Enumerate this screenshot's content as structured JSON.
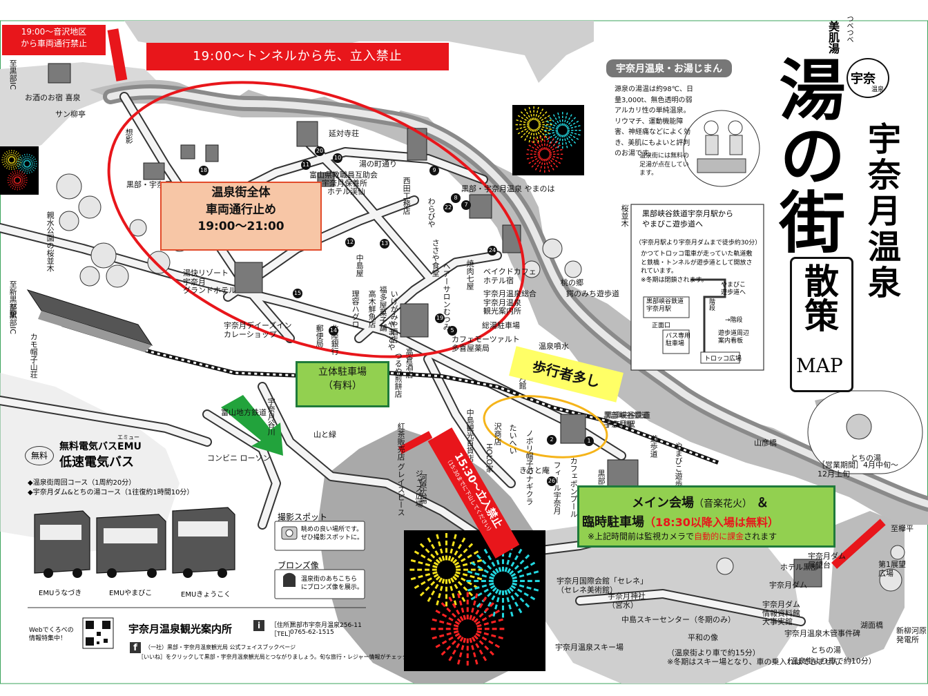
{
  "title": {
    "main": "湯の街",
    "onsen_name": "宇奈月温泉",
    "sanpo": "散策",
    "map_word": "MAP",
    "ruby": "つべつべ",
    "bihada": "美肌湯",
    "logo": "宇奈",
    "logo_sub": "温泉"
  },
  "overlays": {
    "otozawa": "19:00～音沢地区\nから車両通行禁止",
    "tunnel": "19:00～トンネルから先、立入禁止",
    "onsengai_line1": "温泉街全体",
    "onsengai_line2": "車両通行止め",
    "onsengai_line3": "19:00～21:00",
    "parking_line1": "立体駐車場",
    "parking_line2": "（有料）",
    "pedestrians": "歩行者多し",
    "restricted_1530": "15:30～立入禁止",
    "restricted_1530_sub": "（15:30までに下山してください）",
    "main_venue_a": "メイン会場",
    "main_venue_b": "（音楽花火）",
    "main_venue_c": " ＆",
    "temp_parking_a": "臨時駐車場",
    "temp_parking_b": "（18:30以降入場は無料）",
    "notice_a": "※上記時間前は監視カメラで",
    "notice_b": "自動的に課金",
    "notice_c": "されます"
  },
  "onsen_info": {
    "heading": "宇奈月温泉・お湯じまん",
    "body": "源泉の湯温は約98℃、日量3,000t、無色透明の弱アルカリ性の単純温泉。リウマチ、運動機能障害、神経痛などによく効き、美肌にもよいと評判のお湯です。",
    "footbath": "温泉街には無料の足湯が点在しています。"
  },
  "walkway_info": {
    "title": "黒部峡谷鉄道宇奈月駅から\nやまびこ遊歩道へ",
    "sub": "（宇奈月駅より宇奈月ダムまで徒歩約30分）",
    "body": "かつてトロッコ電車が走っていた軌道敷と鉄橋・トンネルが遊歩道として開放されています。\n※冬期は閉鎖されます。",
    "station": "黒部峡谷鉄道\n宇奈月駅",
    "entrance": "正面口",
    "bus_parking": "バス専用\n駐車場",
    "kaidan": "階段",
    "to_yamabiko": "やまびこ\n遊歩道へ",
    "kaidan2": "→階段",
    "guide_board": "遊歩道周辺\n案内看板",
    "torokko": "トロッコ広場"
  },
  "emu": {
    "muryou": "無料",
    "ruby": "エミュー",
    "line1": "無料電気バスEMU",
    "line2": "低速電気バス",
    "course1": "◆温泉街周回コース（1周約20分）",
    "course2": "◆宇奈月ダム&とちの湯コース（1往復約1時間10分）",
    "bus1": "EMUうなづき",
    "bus2": "EMUやまびこ",
    "bus3": "EMUきょうこく"
  },
  "legend": {
    "photo_title": "撮影スポット",
    "photo_desc": "眺めの良い場所です。\nぜひ撮影スポットに。",
    "bronze_title": "ブロンズ像",
    "bronze_desc": "温泉街のあちこちら\nにブロンズ像を展示。"
  },
  "footer": {
    "web_note": "Webでくろべの\n情報特集中！",
    "office": "宇奈月温泉観光案内所",
    "address_label": "［住所］",
    "address": "黒部市宇奈月温泉256-11",
    "tel_label": "［TEL］",
    "tel": "0765-62-1515",
    "fb1": "（一社）黒部・宇奈月温泉観光局 公式フェイスブックページ",
    "fb2": "［いいね］をクリックして黒部・宇奈月温泉観光局とつながりましょう。旬な旅行・レジャー情報がチェックできますよ"
  },
  "place_labels": [
    {
      "id": "kitan-ic",
      "text": "至黒部IC",
      "v": true
    },
    {
      "id": "oshuyado",
      "text": "お酒のお宿 喜泉"
    },
    {
      "id": "sanhinode",
      "text": "サン柳亭"
    },
    {
      "id": "souyuu",
      "text": "想影",
      "v": true
    },
    {
      "id": "kurobe-unazuki",
      "text": "黒部・宇奈月"
    },
    {
      "id": "shinsui",
      "text": "親水公園の桜並木",
      "v": true
    },
    {
      "id": "shin-kurobe",
      "text": "至新黒部駅",
      "v": true
    },
    {
      "id": "shin-kurobe2",
      "text": "至黒部IC",
      "v": true
    },
    {
      "id": "enmyoji",
      "text": "延対寺荘"
    },
    {
      "id": "yunomachi-dori",
      "text": "湯の町通り"
    },
    {
      "id": "kyouin",
      "text": "富山県教職員互助会"
    },
    {
      "id": "hoyosho",
      "text": "宇奈月保養所"
    },
    {
      "id": "keisen",
      "text": "ホテル渓仙"
    },
    {
      "id": "nishida",
      "text": "西田工務店",
      "v": true
    },
    {
      "id": "warabiya",
      "text": "わらびや",
      "v": true
    },
    {
      "id": "sasaya",
      "text": "ささや食堂",
      "v": true
    },
    {
      "id": "heyasalon",
      "text": "ヘアーサロンむつみ",
      "v": true
    },
    {
      "id": "yakiniku",
      "text": "焼肉七屋",
      "v": true
    },
    {
      "id": "nakashimaya",
      "text": "中島屋",
      "v": true
    },
    {
      "id": "takaki",
      "text": "高木鮮魚店",
      "v": true
    },
    {
      "id": "fukuda",
      "text": "福多屋菓子舗",
      "v": true
    },
    {
      "id": "rihatsu",
      "text": "理容ハグロ",
      "v": true
    },
    {
      "id": "yamanoha",
      "text": "黒部・宇奈月温泉 やまのは"
    },
    {
      "id": "sakuranamiki",
      "text": "桜並木",
      "v": true
    },
    {
      "id": "yukai",
      "text": "湯快リゾート\n宇奈月\nグランドホテル"
    },
    {
      "id": "days-inn",
      "text": "宇奈月デイーズイン\nカレーショップ"
    },
    {
      "id": "kamosatsu",
      "text": "カモ帽子山荘",
      "v": true
    },
    {
      "id": "baker",
      "text": "ベイクドカフェ\nホテル宿"
    },
    {
      "id": "kankou",
      "text": "宇奈月温泉総合\n宇奈月温泉\n観光案内所"
    },
    {
      "id": "yutetsu",
      "text": "総湯駐車場"
    },
    {
      "id": "cafe-mozart",
      "text": "カフェモーツァルト\n多喜屋薬局"
    },
    {
      "id": "onsen-funsui",
      "text": "温泉噴水"
    },
    {
      "id": "toyama-rail",
      "text": "富山地方鉄道"
    },
    {
      "id": "yamatomidori",
      "text": "山と緑"
    },
    {
      "id": "conveni",
      "text": "コンビニ ローソン"
    },
    {
      "id": "unazuki-river",
      "text": "宇奈月谷川",
      "v": true
    },
    {
      "id": "sanpobashi",
      "text": "山彦橋"
    },
    {
      "id": "tochinoyu-bath",
      "text": "とちの湯"
    },
    {
      "id": "tochinoyu-hours",
      "text": "［営業期間］4月中旬～\n12月上旬"
    },
    {
      "id": "yusodo",
      "text": "遊歩道",
      "v": true
    },
    {
      "id": "kurobe-station",
      "text": "黒部峡谷鉄道\n宇奈月駅"
    },
    {
      "id": "shiseki",
      "text": "至欅平"
    },
    {
      "id": "hotel-kurobe",
      "text": "ホテル黒部"
    },
    {
      "id": "dam-tenbou",
      "text": "宇奈月ダム\n展望台"
    },
    {
      "id": "tenbou1",
      "text": "第1展望\n広場"
    },
    {
      "id": "selene",
      "text": "宇奈月国際会館「セレネ」\n（セレネ美術館）"
    },
    {
      "id": "shrine",
      "text": "宇奈月神社\n（宮水）"
    },
    {
      "id": "nakajima-ski",
      "text": "中島スキーセンター（冬期のみ）"
    },
    {
      "id": "heiwa",
      "text": "平和の像"
    },
    {
      "id": "heiwa-sub",
      "text": "（温泉街より車で約15分）\n※冬期はスキー場となり、車の乗入れはできません"
    },
    {
      "id": "ski-jo",
      "text": "宇奈月温泉スキー場"
    },
    {
      "id": "tochinoyu",
      "text": "とちの湯"
    },
    {
      "id": "tochinoyu-sub",
      "text": "（温泉街より車で約10分）"
    },
    {
      "id": "dam",
      "text": "宇奈月ダム"
    },
    {
      "id": "dam-info",
      "text": "宇奈月ダム\n情報資料館\n大事実館"
    },
    {
      "id": "kanrisho",
      "text": "宇奈月温泉木管事件碑"
    },
    {
      "id": "power",
      "text": "新柳河原\n発電所"
    },
    {
      "id": "konan",
      "text": "湖面橋"
    },
    {
      "id": "kami-hiroba",
      "text": "ジャズ広場",
      "v": true
    },
    {
      "id": "seigou",
      "text": "鍔のみち遊歩道"
    },
    {
      "id": "kouyou",
      "text": "桃の郷"
    },
    {
      "id": "kitanami",
      "text": "北陸銀行",
      "v": true
    },
    {
      "id": "yuubin",
      "text": "郵便局",
      "v": true
    },
    {
      "id": "takakura",
      "text": "高倉酒店",
      "v": true
    },
    {
      "id": "yamagata",
      "text": "やまとや",
      "v": true
    },
    {
      "id": "ikegami",
      "text": "いけがみや酒店",
      "v": true
    },
    {
      "id": "tsubaki",
      "text": "つるや煎餅店",
      "v": true
    },
    {
      "id": "koucha",
      "text": "紅茶販売店\nグレイスピース",
      "v": true
    },
    {
      "id": "nakashima-hyakka",
      "text": "中島観光百貨店",
      "v": true
    },
    {
      "id": "holoya",
      "text": "HOLO家",
      "v": true
    },
    {
      "id": "sawa-shouten",
      "text": "沢商店",
      "v": true
    },
    {
      "id": "taihei",
      "text": "たいへい",
      "v": true
    },
    {
      "id": "yamatoan",
      "text": "きさと庵"
    },
    {
      "id": "firmel",
      "text": "フィール宇奈月",
      "v": true
    },
    {
      "id": "nobori",
      "text": "ノボリ帽子のナギクラ",
      "v": true
    },
    {
      "id": "cafe-pon",
      "text": "カフェポンプール",
      "v": true
    },
    {
      "id": "kurobe-kinen",
      "text": "黒部電気記念館",
      "v": true
    },
    {
      "id": "dentetsu",
      "text": "黒部峡谷鉄道\n宇奈月駅"
    },
    {
      "id": "hotel-yamahiko",
      "text": "やまびこ遊歩道",
      "v": true
    },
    {
      "id": "kawamura",
      "text": "河原広場",
      "v": true
    },
    {
      "id": "unazukikan",
      "text": "宇奈月館",
      "v": true
    }
  ],
  "map_markers": [
    {
      "id": "m1",
      "text": "1"
    },
    {
      "id": "m2",
      "text": "2"
    },
    {
      "id": "m5",
      "text": "5"
    },
    {
      "id": "m7",
      "text": "7"
    },
    {
      "id": "m8",
      "text": "8"
    },
    {
      "id": "m9",
      "text": "9"
    },
    {
      "id": "m10",
      "text": "10"
    },
    {
      "id": "m11",
      "text": "11"
    },
    {
      "id": "m12",
      "text": "12"
    },
    {
      "id": "m13",
      "text": "13"
    },
    {
      "id": "m14",
      "text": "14"
    },
    {
      "id": "m15",
      "text": "15"
    },
    {
      "id": "m18",
      "text": "18"
    },
    {
      "id": "m19",
      "text": "19"
    },
    {
      "id": "m20",
      "text": "20"
    },
    {
      "id": "m22",
      "text": "22"
    },
    {
      "id": "m24",
      "text": "24"
    },
    {
      "id": "m26",
      "text": "26"
    }
  ],
  "colors": {
    "red": "#e8161b",
    "green_fill": "#92d050",
    "green_border": "#1f7a3a",
    "yellow": "#ffff66",
    "salmon": "#f7c6a6",
    "orange_ellipse": "#f5b41a",
    "arrow_green": "#22a33c",
    "firework_yellow": "#f5e11a",
    "firework_cyan": "#22d7e0",
    "firework_red": "#ff2222"
  }
}
